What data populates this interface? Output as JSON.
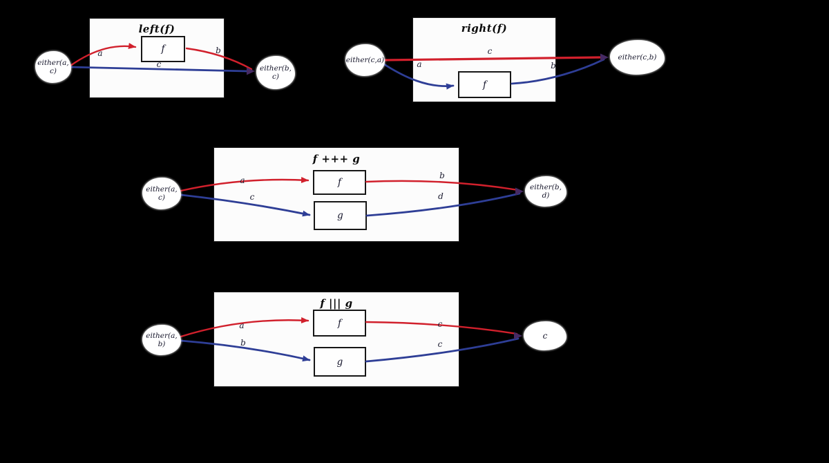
{
  "colors": {
    "background": "#000000",
    "panel": "#fcfcfc",
    "red": "#d1202c",
    "blue": "#2e3e96",
    "merged": "#462a63",
    "ink": "#15152a"
  },
  "diagrams": [
    {
      "id": "left-f",
      "title": "left(f)",
      "source": "either(a, c)",
      "target": "either(b, c)",
      "box_f": "f",
      "label_a": "a",
      "label_b": "b",
      "label_c": "c"
    },
    {
      "id": "right-f",
      "title": "right(f)",
      "source": "either(c,a)",
      "target": "either(c,b)",
      "box_f": "f",
      "label_c": "c",
      "label_a": "a",
      "label_b": "b"
    },
    {
      "id": "f-plus-plus-plus-g",
      "title": "f +++ g",
      "source": "either(a, c)",
      "target": "either(b, d)",
      "box_f": "f",
      "box_g": "g",
      "label_a": "a",
      "label_b": "b",
      "label_c": "c",
      "label_d": "d"
    },
    {
      "id": "f-fanin-g",
      "title": "f ||| g",
      "source": "either(a, b)",
      "target": "c",
      "box_f": "f",
      "box_g": "g",
      "label_a": "a",
      "label_c_top": "c",
      "label_b": "b",
      "label_c_bottom": "c"
    }
  ]
}
